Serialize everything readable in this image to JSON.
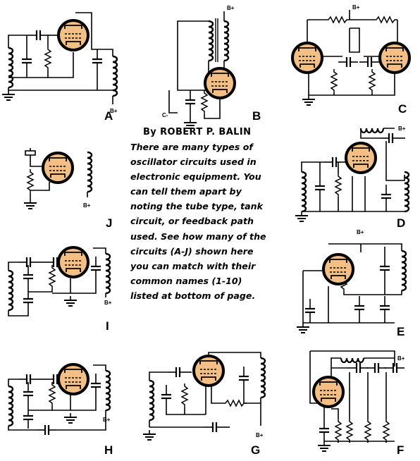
{
  "byline": "By ROBERT P. BALIN",
  "intro_lines": [
    "There are many types of",
    "oscillator circuits used in",
    "electronic equipment. You",
    "can tell them apart by",
    "noting the tube type, tank",
    "circuit, or feedback path",
    "used. See how many of the",
    "circuits (A-J) shown here",
    "you can match with their",
    "common names (1-10)",
    "listed at bottom of page."
  ],
  "circuits": [
    {
      "letter": "A",
      "supply_label": "B+"
    },
    {
      "letter": "B",
      "supply_label": "B+",
      "bias_label": "C-"
    },
    {
      "letter": "C",
      "supply_label": "B+"
    },
    {
      "letter": "J",
      "supply_label": "B+"
    },
    {
      "letter": "D",
      "supply_label": "B+"
    },
    {
      "letter": "I",
      "supply_label": "B+"
    },
    {
      "letter": "E",
      "supply_label": "B+"
    },
    {
      "letter": "H",
      "supply_label": "B+"
    },
    {
      "letter": "G",
      "supply_label": "B+"
    },
    {
      "letter": "F",
      "supply_label": "B+"
    }
  ],
  "colors": {
    "tube_fill": "#f3bf84",
    "ink": "#000000"
  }
}
